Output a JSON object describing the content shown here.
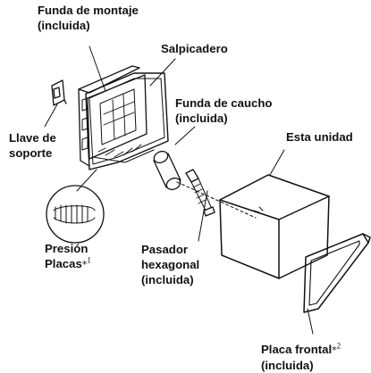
{
  "labels": {
    "mounting_sleeve": {
      "line1": "Funda de montaje",
      "line2": "(incluida)"
    },
    "dashboard": {
      "line1": "Salpicadero"
    },
    "support_key": {
      "line1": "Llave de",
      "line2": "soporte"
    },
    "rubber_sleeve": {
      "line1": "Funda de caucho",
      "line2": "(incluida)"
    },
    "this_unit": {
      "line1": "Esta unidad"
    },
    "pressure_plates": {
      "line1": "Presión",
      "line2": "Placas",
      "star": "*",
      "note": "1"
    },
    "hex_bolt": {
      "line1": "Pasador",
      "line2": "hexagonal",
      "line3": "(incluida)"
    },
    "front_plate": {
      "line1": "Placa frontal",
      "star": "*",
      "note": "2",
      "line2": "(incluida)"
    }
  }
}
